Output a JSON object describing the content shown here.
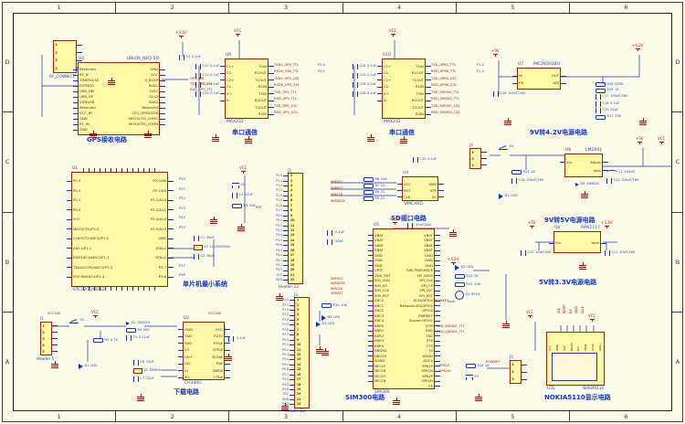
{
  "sheet": {
    "cols": [
      "1",
      "2",
      "3",
      "4",
      "5",
      "6"
    ],
    "rows": [
      "D",
      "C",
      "B",
      "A"
    ]
  },
  "palette": {
    "wire": "#1133BB",
    "component_fill": "#FFF9A8",
    "component_border": "#9B2500",
    "net_label": "#A31500",
    "designator": "#2244CC",
    "sheet_bg": "#FCFBE8"
  },
  "power": {
    "v33": "+3.3V",
    "v5": "+5V",
    "v9": "+9V",
    "v42": "+4.2V",
    "vcc": "VCC",
    "vcc340": "VCC340"
  },
  "blocks": {
    "rf": {
      "part": "RF_CONNECT",
      "pins": [
        "",
        "",
        "",
        ""
      ]
    },
    "gps": {
      "designator": "U3",
      "part": "UBLOX_NEO-5Q",
      "title": "GPS接收电路",
      "left_pins": [
        "Reserved",
        "SS_N",
        "TIMEPULSE",
        "EXTINT0",
        "USB_DM",
        "USB_DP",
        "VDDUSB",
        "Reserved",
        "VCC_RF",
        "GND",
        "RF_IN",
        "GND"
      ],
      "right_pins": [
        "GND",
        "VCC",
        "V_BCKP",
        "RxD1",
        "TxD1",
        "SCL2",
        "SDA2",
        "Reserved",
        "CFG_GPS0/SCK",
        "MISO/CFG_COM1",
        "MOSI/CFG_COM0"
      ],
      "nets": [
        "GPS_BAT",
        "TXD_GPS_TTL",
        "RXD_GPS_TTL"
      ],
      "parts": [
        {
          "t": "cap",
          "r": "C3",
          "v": "0.1uF"
        }
      ]
    },
    "serial1": {
      "designator": "U9",
      "part": "MAX232",
      "title": "串口通信",
      "left_pins": [
        "C1+",
        "C1-",
        "C2+",
        "C2-",
        "V+",
        "V-"
      ],
      "right_pins": [
        "T1IN",
        "R1OUT",
        "T1OUT",
        "R1IN",
        "T2IN",
        "R2OUT",
        "T2OUT",
        "R2IN"
      ],
      "nets": [
        "TXD0_GPS_TTL",
        "RXD0_GPS_TTL",
        "TXD0_GPS_232",
        "RXD0_GPS_232",
        "TXD_GPS_TTL",
        "RXD_GPS_TTL",
        "TXD_GPS_232",
        "RXD_GPS_232"
      ],
      "mcu_nets": [
        "P3.0",
        "P3.1"
      ],
      "caps": [
        {
          "t": "cap",
          "r": "C11",
          "v": "0.1uF"
        },
        {
          "t": "cap",
          "r": "C12",
          "v": "0.1uF"
        },
        {
          "t": "cap",
          "r": "C13",
          "v": "0.1uF"
        },
        {
          "t": "cap",
          "r": "C15",
          "v": "0.1uF"
        }
      ]
    },
    "serial2": {
      "designator": "U10",
      "part": "MAX232",
      "title": "串口通信",
      "left_pins": [
        "C1+",
        "C1-",
        "C2+",
        "C2-",
        "V+",
        "V-"
      ],
      "right_pins": [
        "T1IN",
        "R1OUT",
        "T1OUT",
        "R1IN",
        "T2IN",
        "R2OUT",
        "T2OUT",
        "R2IN"
      ],
      "nets": [
        "TXD_GPRS_TTL",
        "RXD_GPRS_TTL",
        "TXD_GPRS_232",
        "RXD_GPRS_232",
        "TXD_SIM300_TTL",
        "RXD_SIM300_TTL",
        "TXD_SIM300_232",
        "RXD_SIM300_232"
      ],
      "mcu_nets": [
        "P1.2",
        "P1.3"
      ],
      "caps": [
        {
          "t": "cap",
          "r": "C24",
          "v": "0.1uF"
        },
        {
          "t": "cap",
          "r": "C25",
          "v": "0.1uF"
        },
        {
          "t": "cap",
          "r": "C26",
          "v": "0.1uF"
        },
        {
          "t": "cap",
          "r": "C28",
          "v": "0.1uF"
        }
      ]
    },
    "power1": {
      "designator": "U7",
      "part": "MIC29302BU",
      "title": "9V转4.2V电源电路",
      "left_pins": [
        "IN",
        "EN"
      ],
      "right_pins": [
        "OUT",
        "ADJ"
      ],
      "parts_a": [
        {
          "t": "cap",
          "r": "C16",
          "v": "100uF/16V"
        }
      ],
      "parts_b": [
        {
          "t": "res",
          "r": "R16",
          "v": "100K"
        },
        {
          "t": "res",
          "r": "R15",
          "v": "1K"
        },
        {
          "t": "cap",
          "r": "C17",
          "v": "100uF/16V"
        },
        {
          "t": "cap",
          "r": "C18",
          "v": "0.1uF"
        },
        {
          "t": "cap",
          "r": "C19",
          "v": "22pF"
        },
        {
          "t": "res",
          "r": "R17",
          "v": "43K"
        }
      ]
    },
    "power2": {
      "designator": "U6",
      "part": "LM2941",
      "title": "9V转5V电源电路",
      "left_pins": [
        "Vin"
      ],
      "right_pins": [
        "Adjust",
        "Vout"
      ],
      "jack_pins": [
        "",
        "",
        ""
      ],
      "jack_des": "J4",
      "parts_a": [
        {
          "t": "sw",
          "r": "S4",
          "v": ""
        }
      ],
      "parts_b": [
        {
          "t": "res",
          "r": "R13",
          "v": "1K"
        },
        {
          "t": "cap",
          "r": "C14",
          "v": "100uF/16V"
        }
      ],
      "parts_c": [
        {
          "t": "dio",
          "r": "D4",
          "v": "1N5822"
        }
      ],
      "parts_d": [
        {
          "t": "coil",
          "r": "L1",
          "v": "100uH"
        },
        {
          "t": "cap",
          "r": "C13",
          "v": "100uF/16V"
        }
      ],
      "parts_e": [
        {
          "t": "led",
          "r": "D7",
          "v": "LED"
        }
      ]
    },
    "power3": {
      "designator": "U8",
      "part": "AMS1117",
      "title": "5V转3.3V电源电路",
      "left_pins": [
        "Vin"
      ],
      "right_pins": [
        "Vout"
      ],
      "parts_a": [
        {
          "t": "cap",
          "r": "C20",
          "v": "10uF/16V"
        }
      ],
      "parts_b": [
        {
          "t": "cap",
          "r": "C21",
          "v": "10uF/16V"
        }
      ]
    },
    "mcu": {
      "designator": "U1",
      "part": "STC12C5A60S2",
      "title": "单片机最小系统",
      "left_pins": [
        "P0.3",
        "P0.2",
        "P0.1",
        "P0.0",
        "VCC",
        "MISO/CFG/P4.2",
        "CLKOUT2/ADC0/P1.0",
        "ADC1/P1.1",
        "RXD2/ECI/ADC2/P1.2",
        "TXD2/CCP0/ADC3/P1.3",
        "SS/CIN/ADC4/P1.4"
      ],
      "right_pins": [
        "P2.0/A8",
        "P2.1/A9",
        "P2.2/A10",
        "P2.3/A11",
        "P2.4/A12",
        "P2.5/A13",
        "GND",
        "XTAL2",
        "XTAL1",
        "P3.7",
        "P3.6"
      ],
      "nets": [
        "P20",
        "P21",
        "P22",
        "P23",
        "P24",
        "P25",
        "",
        "",
        "",
        "P37",
        "P36"
      ],
      "parts": [
        {
          "t": "cap",
          "r": "C1",
          "v": "30pF"
        },
        {
          "t": "xtl",
          "r": "Y1",
          "v": "11.0592MHz"
        },
        {
          "t": "cap",
          "r": "C2",
          "v": "30pF"
        }
      ]
    },
    "reset": {
      "net": "RST",
      "parts": [
        {
          "t": "btn",
          "r": "S1",
          "v": ""
        },
        {
          "t": "cap",
          "r": "C4",
          "v": "10uF"
        },
        {
          "t": "res",
          "r": "R3",
          "v": "10K"
        }
      ]
    },
    "header1": {
      "designator": "J2",
      "part": "Header 22",
      "pins": [
        "P1.0",
        "P1.1",
        "P1.2",
        "P1.3",
        "P1.4",
        "P1.5",
        "P1.6",
        "P1.7",
        "P3.0",
        "P3.1",
        "P3.2",
        "P3.3",
        "P3.4",
        "P3.5",
        "P3.6",
        "P3.7",
        "P4.0",
        "P4.1",
        "P4.2",
        "P4.3",
        "VCC",
        "GND"
      ]
    },
    "header2": {
      "designator": "J3",
      "part": "Header 22",
      "pins": [
        "P2.0",
        "P2.1",
        "P2.2",
        "P2.3",
        "P2.4",
        "P2.5",
        "P2.6",
        "P2.7",
        "P0.0",
        "P0.1",
        "P0.2",
        "P0.3",
        "P0.4",
        "P0.5",
        "P0.6",
        "P0.7",
        "P4.4",
        "P4.5",
        "P4.6",
        "VCC",
        "GND",
        "GND"
      ]
    },
    "led3": {
      "parts": [
        {
          "t": "led",
          "r": "D3",
          "v": "LED"
        }
      ]
    },
    "sd": {
      "designator": "U4",
      "part": "SIMCARD",
      "title": "SD接口电路",
      "left_pins": [
        "VCC",
        "RST",
        "CLK"
      ],
      "right_pins": [
        "GND",
        "VPP",
        "I/O"
      ],
      "nets": [
        "SIMVCC",
        "SIMRST",
        "SIMCLK",
        "SIMDATA"
      ],
      "parts": [
        {
          "t": "res",
          "r": "R6",
          "v": "10K"
        },
        {
          "t": "res",
          "r": "R7",
          "v": "22"
        },
        {
          "t": "res",
          "r": "R8",
          "v": "22"
        },
        {
          "t": "res",
          "r": "R9",
          "v": "22"
        }
      ],
      "parts_c": [
        {
          "t": "cap",
          "r": "C10",
          "v": "0.1uF"
        }
      ]
    },
    "sim": {
      "designator": "U5",
      "part": "SIM300",
      "title": "SIM300电路",
      "left_pins": [
        "VBAT",
        "VBAT",
        "VBAT",
        "VBAT",
        "GND",
        "GND",
        "GND",
        "VRTC",
        "VDD_EXT",
        "SIM_VDD",
        "SIM_I/O",
        "SIM_CLK",
        "SIM_RST",
        "KBC0",
        "KBC1",
        "KBC2",
        "KBC3",
        "KBC4",
        "KBR0",
        "KBR1",
        "KBR2",
        "KBR3",
        "KBR4",
        "DBGRX",
        "DBGTX",
        "AGND",
        "MIC1P",
        "MIC1N",
        "MIC2P",
        "MIC2N"
      ],
      "right_pins": [
        "VBAT",
        "VBAT",
        "VBAT",
        "VBAT",
        "GND",
        "GND",
        "GND",
        "SIM_PRESENCE",
        "SPI_DATA",
        "SPI_CLK",
        "SPI_CS",
        "SPI_D/C",
        "SPI_RST",
        "DCD/GPIO3",
        "NetworkLED/GPIO2",
        "GPIO0",
        "PWRKEY",
        "Buzzer/GPIO1",
        "DTR",
        "RXD",
        "TXD",
        "RTS",
        "CTS",
        "RI",
        "AGND",
        "ADC0",
        "SPK1P",
        "SPK1N",
        "SPK2P",
        "SPK2N",
        "PE"
      ],
      "nets_left": [
        "SIMVCC",
        "SIMDATA",
        "SIMCLK",
        "SIMRST"
      ],
      "nets_right": {
        "powkey": "POWKEY",
        "txd": "TXD_SIM300_TTL",
        "rxd": "RXD_SIM300_TTL",
        "spk1p": "SPK1P",
        "spk1n": "SPK1N"
      },
      "parts_left": [
        {
          "t": "res",
          "r": "R10",
          "v": "10K"
        },
        {
          "t": "led",
          "r": "D6",
          "v": "LED"
        }
      ],
      "parts_top_l": [
        {
          "t": "cap",
          "r": "",
          "v": "0.1uF"
        },
        {
          "t": "cap",
          "r": "",
          "v": "33pF"
        }
      ],
      "parts_top_r": [
        {
          "t": "cap",
          "r": "",
          "v": "10uF/16V"
        }
      ],
      "parts_right": [
        {
          "t": "led",
          "r": "D5",
          "v": "LED"
        },
        {
          "t": "res",
          "r": "R12",
          "v": "1K"
        },
        {
          "t": "res",
          "r": "R11",
          "v": "10K"
        },
        {
          "t": "npn",
          "r": "Q1",
          "v": "9014"
        }
      ],
      "parts_btn": [
        {
          "t": "res",
          "r": "R14",
          "v": "1K"
        },
        {
          "t": "btn",
          "r": "S3",
          "v": ""
        }
      ],
      "j5_des": "J5",
      "j5_pins": [
        "",
        "",
        ""
      ]
    },
    "download": {
      "designator": "U2",
      "part": "CH340G",
      "title": "下载电路",
      "left_pins": [
        "GND",
        "TXD",
        "RXD",
        "V3",
        "UD+",
        "UD-",
        "XI",
        "XO"
      ],
      "right_pins": [
        "VCC",
        "R232",
        "RTS#",
        "DTR#",
        "DCD#",
        "RI#",
        "DSR#",
        "CTS#"
      ],
      "j1_des": "J1",
      "j1_part": "Header 5",
      "j1_pins": [
        "",
        "",
        "",
        "",
        ""
      ],
      "parts_sw": [
        {
          "t": "sw",
          "r": "S2",
          "v": ""
        }
      ],
      "parts_top": [
        {
          "t": "dio",
          "r": "D2",
          "v": "1N5819"
        },
        {
          "t": "res",
          "r": "R4",
          "v": "300"
        },
        {
          "t": "cap",
          "r": "C5",
          "v": "0.01uF"
        }
      ],
      "parts_r5": [
        {
          "t": "res",
          "r": "R5",
          "v": "4.7K"
        }
      ],
      "parts_d1": [
        {
          "t": "led",
          "r": "D1",
          "v": "LED"
        }
      ],
      "parts_xtl": [
        {
          "t": "cap",
          "r": "C6",
          "v": "22pF"
        },
        {
          "t": "xtl",
          "r": "Y2",
          "v": "12MHz"
        },
        {
          "t": "cap",
          "r": "C7",
          "v": "22pF"
        }
      ],
      "parts_right": [
        {
          "t": "cap",
          "r": "",
          "v": "0.1uF"
        }
      ]
    },
    "lcd": {
      "title": "NOKIA5110显示电路",
      "lcd_label": "LCD",
      "part": "NOKIA5110",
      "pins": [
        "VCC",
        "GND",
        "SCE",
        "RESET",
        "D/C",
        "SDIN",
        "SCLK",
        "LED+"
      ],
      "nets": [
        "SCE",
        "RESET",
        "D/C",
        "SDIN",
        "SCLK"
      ]
    }
  }
}
